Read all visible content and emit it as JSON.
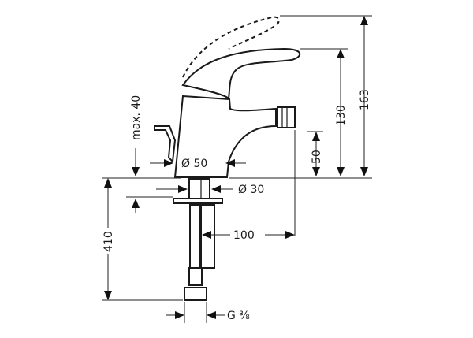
{
  "drawing": {
    "subject": "bidet mixer tap dimension drawing",
    "dimensions": {
      "height_total": "163",
      "height_handle": "130",
      "height_spout": "50",
      "handle_clearance": "max. 40",
      "base_diameter": "Ø 50",
      "shank_diameter": "Ø 30",
      "spout_reach": "100",
      "hose_length": "410",
      "connection_thread": "G ⅜"
    }
  }
}
